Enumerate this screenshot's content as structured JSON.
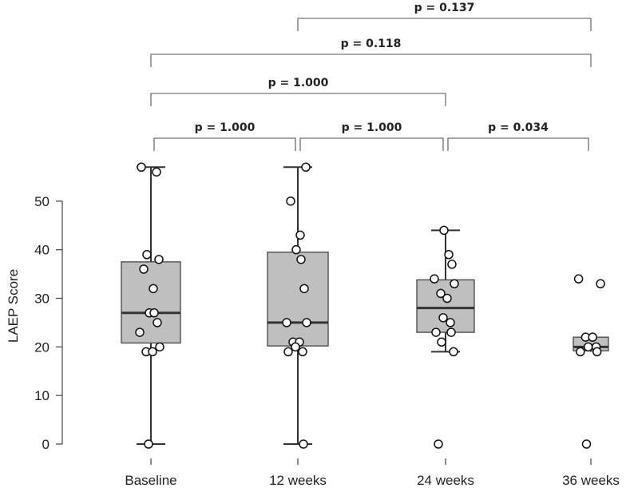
{
  "chart_data": {
    "type": "boxplot",
    "title": "",
    "ylabel": "LAEP Score",
    "xlabel": "",
    "ylim": [
      0,
      60
    ],
    "yticks": [
      0,
      10,
      20,
      30,
      40,
      50
    ],
    "categories": [
      "Baseline",
      "12 weeks",
      "24 weeks",
      "36 weeks"
    ],
    "boxes": [
      {
        "min": 0,
        "q1": 20.8,
        "median": 27,
        "q3": 37.5,
        "max": 57
      },
      {
        "min": 0,
        "q1": 20.2,
        "median": 25,
        "q3": 39.5,
        "max": 57
      },
      {
        "min": 19,
        "q1": 23,
        "median": 28,
        "q3": 33.8,
        "max": 44
      },
      {
        "min": 19,
        "q1": 19.2,
        "median": 20,
        "q3": 22,
        "max": 22
      }
    ],
    "points": [
      [
        57,
        56,
        39,
        38,
        36,
        32,
        27,
        27,
        25,
        23,
        20,
        19,
        19,
        0
      ],
      [
        57,
        50,
        43,
        40,
        38,
        32,
        25,
        25,
        21,
        21,
        20,
        19,
        19,
        0
      ],
      [
        44,
        39,
        37,
        34,
        33,
        31,
        30,
        26,
        25,
        23,
        23,
        21,
        19,
        0
      ],
      [
        34,
        33,
        22,
        22,
        20,
        20,
        19,
        19,
        0
      ]
    ],
    "comparisons": [
      {
        "from": 0,
        "to": 1,
        "label": "p = 1.000"
      },
      {
        "from": 1,
        "to": 2,
        "label": "p = 1.000"
      },
      {
        "from": 2,
        "to": 3,
        "label": "p = 0.034"
      },
      {
        "from": 0,
        "to": 2,
        "label": "p = 1.000"
      },
      {
        "from": 0,
        "to": 3,
        "label": "p = 0.118"
      },
      {
        "from": 1,
        "to": 3,
        "label": "p = 0.137"
      }
    ],
    "grid": false,
    "legend": "none"
  }
}
